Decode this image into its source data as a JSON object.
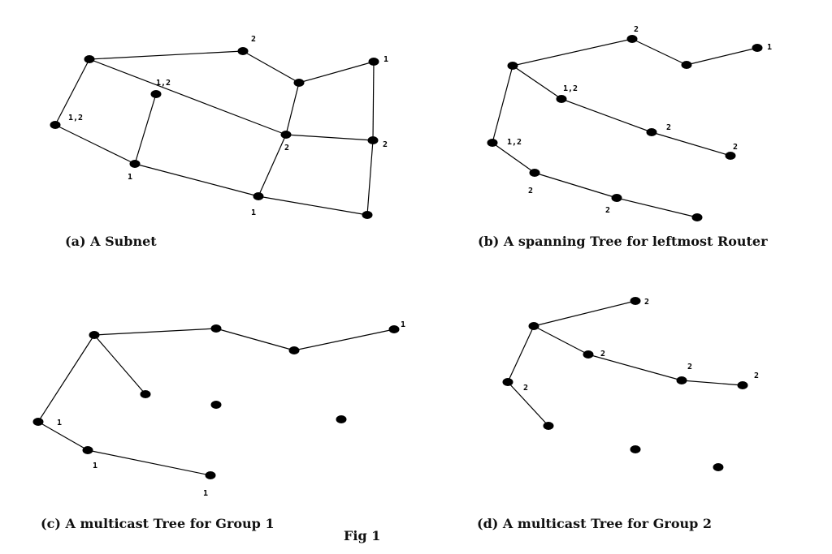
{
  "figure_caption": "Fig 1",
  "panels": [
    {
      "id": "a",
      "caption": "(a) A Subnet",
      "nodes": [
        {
          "id": "A",
          "label": ""
        },
        {
          "id": "B",
          "label": "2"
        },
        {
          "id": "C",
          "label": ""
        },
        {
          "id": "D",
          "label": "1"
        },
        {
          "id": "E",
          "label": "1,2"
        },
        {
          "id": "F",
          "label": "1,2"
        },
        {
          "id": "G",
          "label": "2"
        },
        {
          "id": "H",
          "label": "2"
        },
        {
          "id": "I",
          "label": "1"
        },
        {
          "id": "J",
          "label": "1"
        },
        {
          "id": "K",
          "label": ""
        }
      ],
      "edges": [
        [
          "A",
          "B"
        ],
        [
          "B",
          "C"
        ],
        [
          "C",
          "D"
        ],
        [
          "A",
          "F"
        ],
        [
          "A",
          "G"
        ],
        [
          "E",
          "I"
        ],
        [
          "F",
          "I"
        ],
        [
          "I",
          "J"
        ],
        [
          "J",
          "G"
        ],
        [
          "G",
          "C"
        ],
        [
          "G",
          "H"
        ],
        [
          "D",
          "H"
        ],
        [
          "H",
          "K"
        ],
        [
          "J",
          "K"
        ]
      ]
    },
    {
      "id": "b",
      "caption": "(b) A spanning Tree for leftmost Router",
      "nodes": [
        {
          "id": "R",
          "label": ""
        },
        {
          "id": "A",
          "label": "2"
        },
        {
          "id": "B",
          "label": ""
        },
        {
          "id": "C",
          "label": "1"
        },
        {
          "id": "D",
          "label": "1,2"
        },
        {
          "id": "E",
          "label": "2"
        },
        {
          "id": "F",
          "label": "2"
        },
        {
          "id": "G",
          "label": "1,2"
        },
        {
          "id": "H",
          "label": "2"
        },
        {
          "id": "I",
          "label": "2"
        },
        {
          "id": "J",
          "label": ""
        }
      ],
      "edges": [
        [
          "R",
          "A"
        ],
        [
          "A",
          "B"
        ],
        [
          "B",
          "C"
        ],
        [
          "R",
          "D"
        ],
        [
          "D",
          "E"
        ],
        [
          "E",
          "F"
        ],
        [
          "R",
          "G"
        ],
        [
          "G",
          "H"
        ],
        [
          "H",
          "I"
        ],
        [
          "I",
          "J"
        ]
      ]
    },
    {
      "id": "c",
      "caption": "(c) A multicast Tree for Group 1",
      "nodes": [
        {
          "id": "R",
          "label": ""
        },
        {
          "id": "A",
          "label": ""
        },
        {
          "id": "B",
          "label": ""
        },
        {
          "id": "C",
          "label": "1"
        },
        {
          "id": "D",
          "label": ""
        },
        {
          "id": "E",
          "label": ""
        },
        {
          "id": "F",
          "label": ""
        },
        {
          "id": "G",
          "label": "1"
        },
        {
          "id": "H",
          "label": "1"
        },
        {
          "id": "I",
          "label": "1"
        }
      ],
      "edges": [
        [
          "R",
          "A"
        ],
        [
          "A",
          "B"
        ],
        [
          "B",
          "C"
        ],
        [
          "R",
          "D"
        ],
        [
          "R",
          "G"
        ],
        [
          "G",
          "H"
        ],
        [
          "H",
          "I"
        ]
      ]
    },
    {
      "id": "d",
      "caption": "(d) A multicast Tree for Group 2",
      "nodes": [
        {
          "id": "R",
          "label": ""
        },
        {
          "id": "A",
          "label": "2"
        },
        {
          "id": "B",
          "label": "2"
        },
        {
          "id": "C",
          "label": "2"
        },
        {
          "id": "D",
          "label": "2"
        },
        {
          "id": "E",
          "label": "2"
        },
        {
          "id": "F",
          "label": ""
        },
        {
          "id": "G",
          "label": ""
        },
        {
          "id": "H",
          "label": ""
        }
      ],
      "edges": [
        [
          "R",
          "A"
        ],
        [
          "R",
          "B"
        ],
        [
          "B",
          "C"
        ],
        [
          "C",
          "D"
        ],
        [
          "R",
          "E"
        ],
        [
          "E",
          "F"
        ]
      ]
    }
  ]
}
